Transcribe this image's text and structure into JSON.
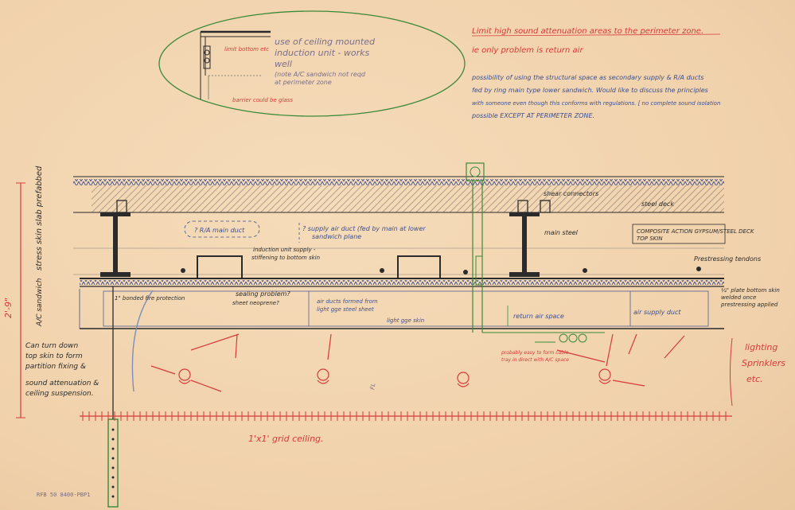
{
  "colors": {
    "paper": "#f3d7b3",
    "ink_blue": "#3d4f8f",
    "ink_red": "#d83a3a",
    "ink_green": "#3a8a3a",
    "ink_dark": "#2b2b2b",
    "pencil": "#8a8276"
  },
  "oval_sketch": {
    "note_line1": "use of ceiling mounted",
    "note_line2": "induction unit - works",
    "note_line3": "well",
    "note_line4": "(note A/C sandwich not reqd",
    "note_line5": "at perimeter zone",
    "red_label_top": "limit bottom etc",
    "red_label_bottom": "barrier could be glass"
  },
  "red_heading_1": "Limit high sound attenuation areas to the perimeter zone.",
  "red_heading_2": "ie only problem is return air",
  "blue_paragraph": {
    "line1": "possibility of using the structural space as secondary supply & R/A ducts",
    "line2": "fed by ring main type lower sandwich. Would like to discuss the principles",
    "line3": "with someone even though this conforms with regulations. [ no complete sound isolation",
    "line4": "possible EXCEPT AT PERIMETER ZONE."
  },
  "left_labels": {
    "stress_skin": "stress skin slab prefabbed",
    "sandwich": "A/C sandwich",
    "dimension": "2'-9\"",
    "turn_down_1": "Can turn down",
    "turn_down_2": "top skin to form",
    "turn_down_3": "partition fixing &",
    "turn_down_4": "sound attenuation &",
    "turn_down_5": "ceiling suspension."
  },
  "section_labels": {
    "shear_connectors": "shear connectors",
    "steel_deck": "steel deck",
    "main_steel": "main steel",
    "composite_1": "COMPOSITE ACTION GYPSUM/STEEL DECK",
    "composite_2": "TOP SKIN",
    "prestressing": "Prestressing tendons",
    "bottom_skin_1": "¼\" plate bottom skin",
    "bottom_skin_2": "welded once",
    "bottom_skin_3": "prestressing applied",
    "main_duct": "? R/A main duct",
    "supply_air_duct_1": "? supply air duct (fed by main at lower",
    "supply_air_duct_2": "sandwich plane",
    "induction_1": "induction unit supply -",
    "induction_2": "stiffening to bottom skin",
    "fire_protection": "1\" bonded fire protection",
    "sealing_1": "sealing problem?",
    "sealing_2": "sheet neoprene?",
    "air_ducts_1": "air ducts formed from",
    "air_ducts_2": "light gge steel sheet",
    "light_gge": "light gge skin",
    "return_air": "return air space",
    "air_supply_duct": "air supply duct",
    "probably_1": "probably easy to form cable",
    "probably_2": "tray in direct with A/C space",
    "fl": "FL",
    "lighting_1": "lighting",
    "lighting_2": "Sprinklers",
    "lighting_3": "etc.",
    "grid_ceiling": "1'x1' grid ceiling."
  },
  "footer_code": "RFB 50 8400-PBP1"
}
